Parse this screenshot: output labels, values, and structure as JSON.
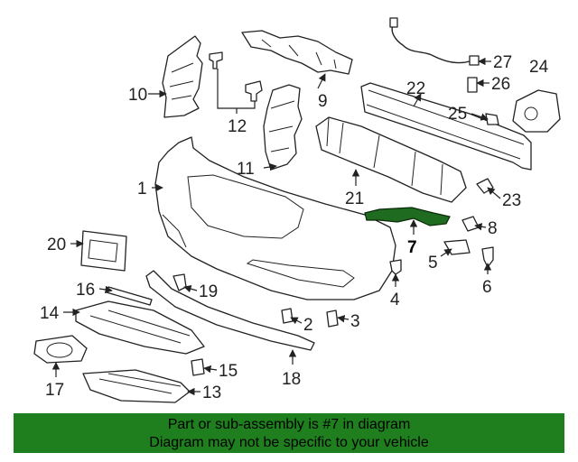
{
  "labels": {
    "p1": "1",
    "p2": "2",
    "p3": "3",
    "p4": "4",
    "p5": "5",
    "p6": "6",
    "p7": "7",
    "p8": "8",
    "p9": "9",
    "p10": "10",
    "p11": "11",
    "p12": "12",
    "p13": "13",
    "p14": "14",
    "p15": "15",
    "p16": "16",
    "p17": "17",
    "p18": "18",
    "p19": "19",
    "p20": "20",
    "p21": "21",
    "p22": "22",
    "p23": "23",
    "p24": "24",
    "p25": "25",
    "p26": "26",
    "p27": "27"
  },
  "highlighted_part": "7",
  "colors": {
    "highlight": "#1f6b1f",
    "banner": "#1f7f1f"
  },
  "banner": {
    "line1": "Part or sub-assembly is #7 in diagram",
    "line2": "Diagram may not be specific to your vehicle"
  }
}
